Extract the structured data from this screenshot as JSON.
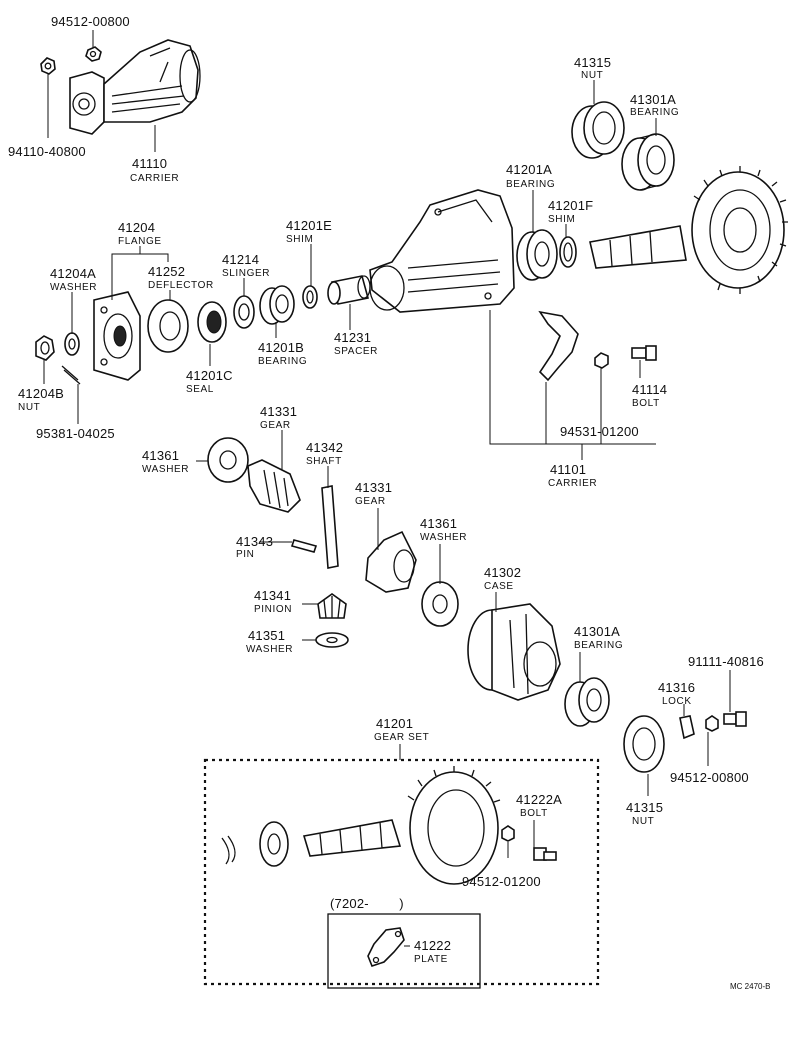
{
  "diagram_code": "MC 2470-B",
  "inset_label": "(7202-        )",
  "parts": [
    {
      "num": "94512-00800",
      "name": ""
    },
    {
      "num": "94110-40800",
      "name": ""
    },
    {
      "num": "41110",
      "name": "CARRIER"
    },
    {
      "num": "41315",
      "name": "NUT"
    },
    {
      "num": "41301A",
      "name": "BEARING"
    },
    {
      "num": "41201A",
      "name": "BEARING"
    },
    {
      "num": "41201F",
      "name": "SHIM"
    },
    {
      "num": "41204",
      "name": "FLANGE"
    },
    {
      "num": "41201E",
      "name": "SHIM"
    },
    {
      "num": "41214",
      "name": "SLINGER"
    },
    {
      "num": "41204A",
      "name": "WASHER"
    },
    {
      "num": "41252",
      "name": "DEFLECTOR"
    },
    {
      "num": "41201B",
      "name": "BEARING"
    },
    {
      "num": "41231",
      "name": "SPACER"
    },
    {
      "num": "41201C",
      "name": "SEAL"
    },
    {
      "num": "41204B",
      "name": "NUT"
    },
    {
      "num": "41114",
      "name": "BOLT"
    },
    {
      "num": "95381-04025",
      "name": ""
    },
    {
      "num": "94531-01200",
      "name": ""
    },
    {
      "num": "41101",
      "name": "CARRIER"
    },
    {
      "num": "41331",
      "name": "GEAR"
    },
    {
      "num": "41361",
      "name": "WASHER"
    },
    {
      "num": "41342",
      "name": "SHAFT"
    },
    {
      "num": "41331",
      "name": "GEAR"
    },
    {
      "num": "41343",
      "name": "PIN"
    },
    {
      "num": "41361",
      "name": "WASHER"
    },
    {
      "num": "41302",
      "name": "CASE"
    },
    {
      "num": "41341",
      "name": "PINION"
    },
    {
      "num": "41301A",
      "name": "BEARING"
    },
    {
      "num": "41351",
      "name": "WASHER"
    },
    {
      "num": "91111-40816",
      "name": ""
    },
    {
      "num": "41316",
      "name": "LOCK"
    },
    {
      "num": "41201",
      "name": "GEAR SET"
    },
    {
      "num": "41222A",
      "name": "BOLT"
    },
    {
      "num": "94512-00800",
      "name": ""
    },
    {
      "num": "41315",
      "name": "NUT"
    },
    {
      "num": "94512-01200",
      "name": ""
    },
    {
      "num": "41222",
      "name": "PLATE"
    }
  ]
}
